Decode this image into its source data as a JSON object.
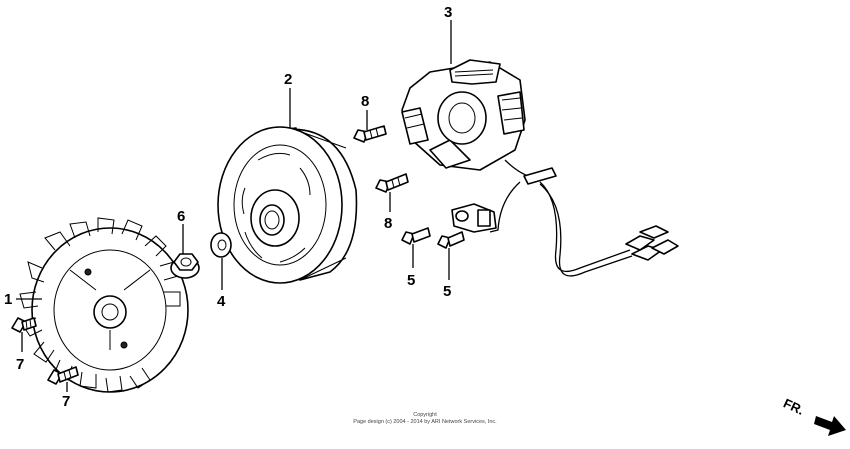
{
  "callouts": {
    "c1": "1",
    "c2": "2",
    "c3": "3",
    "c4": "4",
    "c5a": "5",
    "c5b": "5",
    "c6": "6",
    "c7a": "7",
    "c7b": "7",
    "c8a": "8",
    "c8b": "8"
  },
  "copyright": {
    "line1": "Copyright",
    "line2": "Page design (c) 2004 - 2014 by ARI Network Services, Inc."
  },
  "direction": {
    "label": "FR."
  }
}
